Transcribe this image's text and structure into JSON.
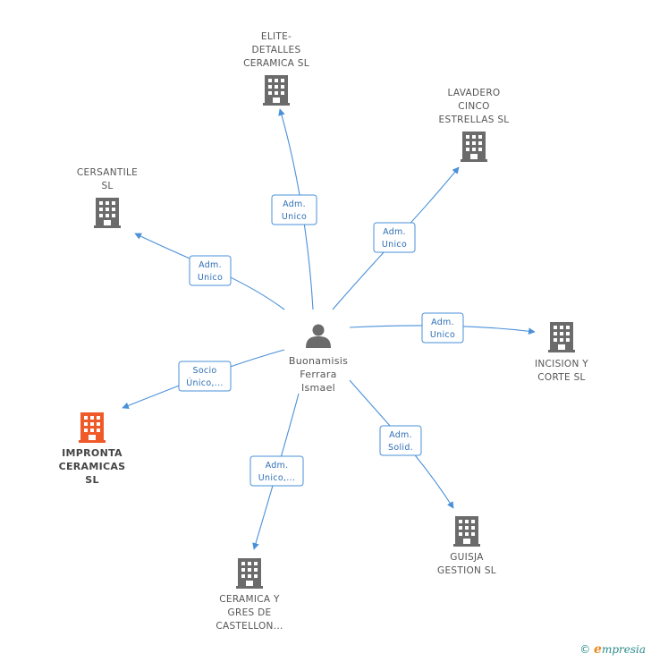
{
  "colors": {
    "edge": "#4a90d9",
    "building": "#6b6b6b",
    "focus": "#f05a28",
    "person": "#6b6b6b"
  },
  "person": {
    "lines": [
      "Buonamisis",
      "Ferrara",
      "Ismael"
    ],
    "icon": "person-icon"
  },
  "companies": [
    {
      "id": "elite",
      "lines": [
        "ELITE-",
        "DETALLES",
        "CERAMICA SL"
      ],
      "focus": false,
      "edge_lines": [
        "Adm.",
        "Unico"
      ]
    },
    {
      "id": "lavadero",
      "lines": [
        "LAVADERO",
        "CINCO",
        "ESTRELLAS  SL"
      ],
      "focus": false,
      "edge_lines": [
        "Adm.",
        "Unico"
      ]
    },
    {
      "id": "cersantile",
      "lines": [
        "CERSANTILE",
        "SL"
      ],
      "focus": false,
      "edge_lines": [
        "Adm.",
        "Unico"
      ]
    },
    {
      "id": "incision",
      "lines": [
        "INCISION Y",
        "CORTE SL"
      ],
      "focus": false,
      "edge_lines": [
        "Adm.",
        "Unico"
      ]
    },
    {
      "id": "impronta",
      "lines": [
        "IMPRONTA",
        "CERAMICAS",
        "SL"
      ],
      "focus": true,
      "edge_lines": [
        "Socio",
        "Único,..."
      ]
    },
    {
      "id": "guisja",
      "lines": [
        "GUISJA",
        "GESTION SL"
      ],
      "focus": false,
      "edge_lines": [
        "Adm.",
        "Solid."
      ]
    },
    {
      "id": "ceramica",
      "lines": [
        "CERAMICA Y",
        "GRES DE",
        "CASTELLON..."
      ],
      "focus": false,
      "edge_lines": [
        "Adm.",
        "Unico,..."
      ]
    }
  ],
  "footer": {
    "copyright_symbol": "©",
    "brand_initial": "e",
    "brand_rest": "mpresia"
  }
}
